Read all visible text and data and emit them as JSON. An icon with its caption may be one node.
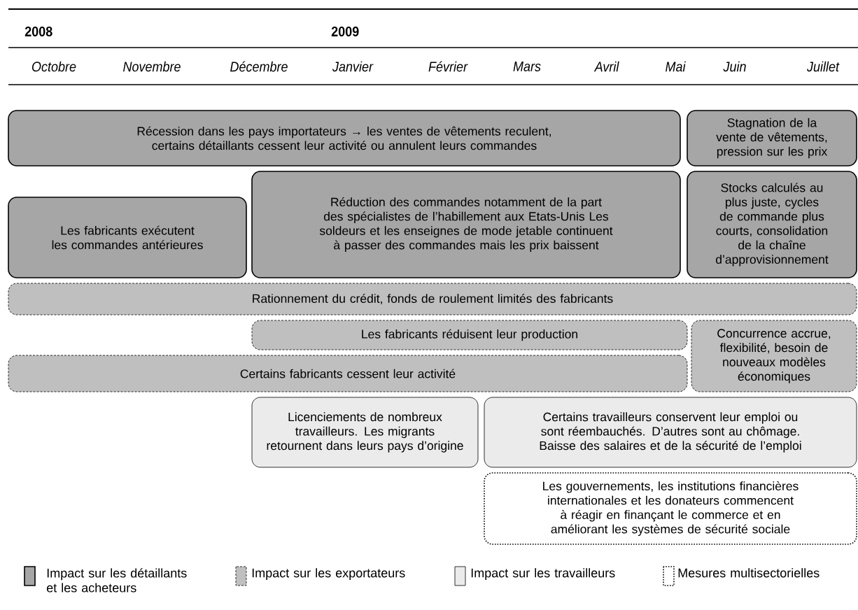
{
  "diagram": {
    "nodes": [
      {
        "text": [
          "Récession dans les pays importateurs → les ventes de vêtements reculent, certains détaillants cessent leur activité ou annulent leurs commandes"
        ]
      },
      {
        "text": [
          "Stagnation de la vente de vêtements, pression sur les prix"
        ]
      },
      {
        "text": [
          "Les fabricants exécutent les commandes antérieures"
        ]
      },
      {
        "text": [
          "Réduction des commandes notamment de la part des spécialistes de l’habillement aux Etats-Unis Les soldeurs et les enseignes de mode jetable continuent à passer des commandes mais les prix baissent"
        ]
      },
      {
        "text": [
          "Stocks calculés au plus juste, cycles de commande plus courts, consolidation de la chaîne d’approvisionnement"
        ]
      },
      {
        "text": [
          "Rationnement du crédit, fonds de roulement limités des fabricants"
        ]
      },
      {
        "text": [
          "Les fabricants réduisent leur production"
        ]
      },
      {
        "text": [
          "Concurrence accrue, flexibilité, besoin de nouveaux modèles économiques"
        ]
      },
      {
        "text": [
          "Certains fabricants cessent leur activité"
        ]
      },
      {
        "text": [
          "Licenciements de nombreux travailleurs. Les migrants retournent dans leurs pays d’origine"
        ]
      },
      {
        "text": [
          "Certains travailleurs conservent leur emploi ou sont réembauchés. D’autres sont au chômage. Baisse des salaires et de la sécurité de l’emploi"
        ]
      },
      {
        "text": [
          "Les gouvernements, les institutions financières internationales et les donateurs commencent à réagir en finançant le commerce et en améliorant les systèmes de sécurité sociale"
        ]
      }
    ],
    "labels": [
      "2008",
      "2009",
      "Octobre",
      "Novembre",
      "Décembre",
      "Janvier",
      "Février",
      "Mars",
      "Avril",
      "Mai",
      "Juin",
      "Juillet"
    ],
    "legend": [
      {
        "text": "Impact sur les détaillants et les acheteurs",
        "color": "#a6a6a6"
      },
      {
        "text": "Impact sur les exportateurs",
        "color": "#bfbfbf"
      },
      {
        "text": "Impact sur les travailleurs",
        "color": "#ebebeb"
      },
      {
        "text": "Mesures multisectorielles"
      }
    ]
  }
}
